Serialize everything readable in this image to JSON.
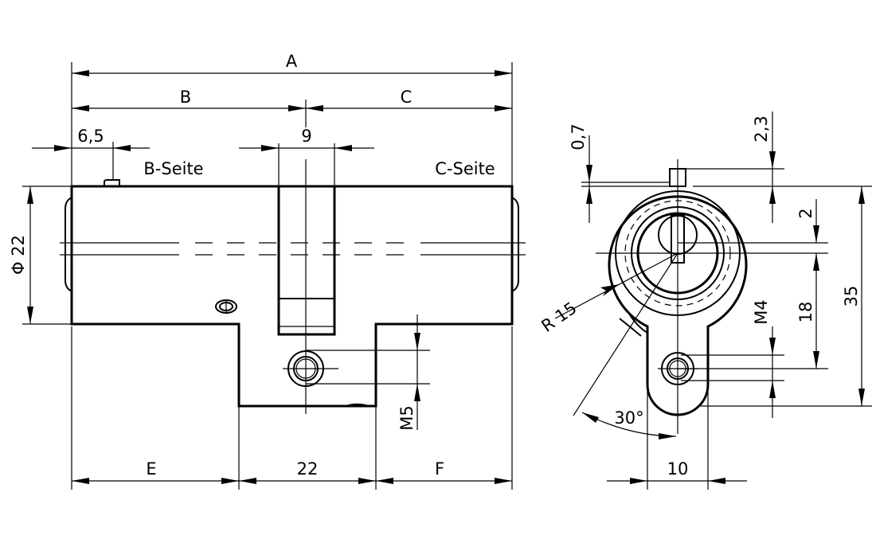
{
  "drawing": {
    "side_labels": {
      "b_side": "B-Seite",
      "c_side": "C-Seite"
    },
    "front_view": {
      "dim_total": "A",
      "dim_b": "B",
      "dim_c": "C",
      "dim_pin": "6,5",
      "dim_cam_slot": "9",
      "dim_diameter": "Φ 22",
      "dim_screw": "M5",
      "dim_e": "E",
      "dim_center": "22",
      "dim_f": "F"
    },
    "side_view": {
      "dim_top_small": "0,7",
      "dim_top_pin": "2,3",
      "dim_slot": "2",
      "dim_bore": "18",
      "dim_height": "35",
      "dim_thread": "M4",
      "dim_radius": "R 15",
      "dim_angle": "30°",
      "dim_width": "10"
    }
  }
}
